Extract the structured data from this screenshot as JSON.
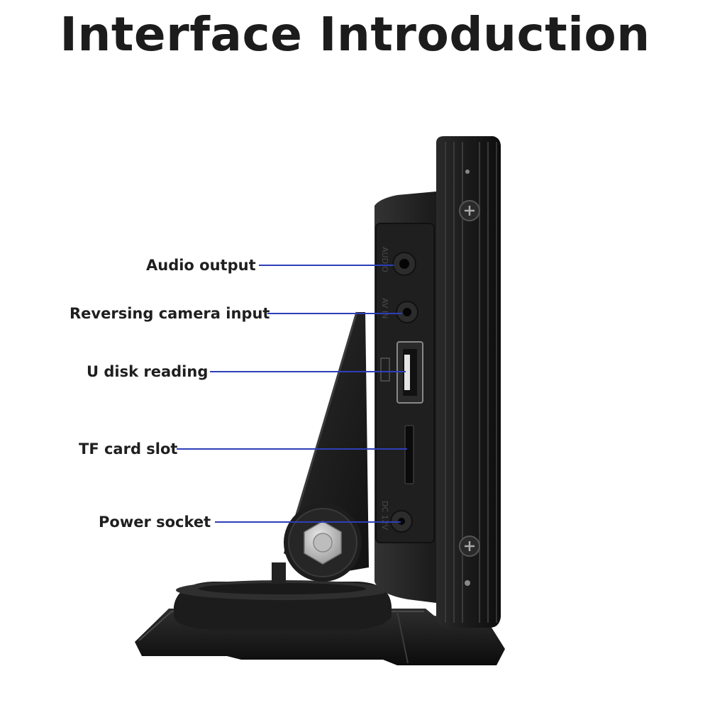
{
  "title": "Interface Introduction",
  "callouts": [
    {
      "id": "audio-output",
      "label": "Audio output"
    },
    {
      "id": "reversing-camera-input",
      "label": "Reversing camera input"
    },
    {
      "id": "u-disk-reading",
      "label": "U disk reading"
    },
    {
      "id": "tf-card-slot",
      "label": "TF card slot"
    },
    {
      "id": "power-socket",
      "label": "Power socket"
    }
  ],
  "port_markings": {
    "audio": "AUDIO",
    "av_in": "AV IN",
    "dc": "DC 12V"
  },
  "colors": {
    "callout_line": "#2d3fb8",
    "device_body": "#1b1b1b",
    "text": "#1f1f1f"
  }
}
